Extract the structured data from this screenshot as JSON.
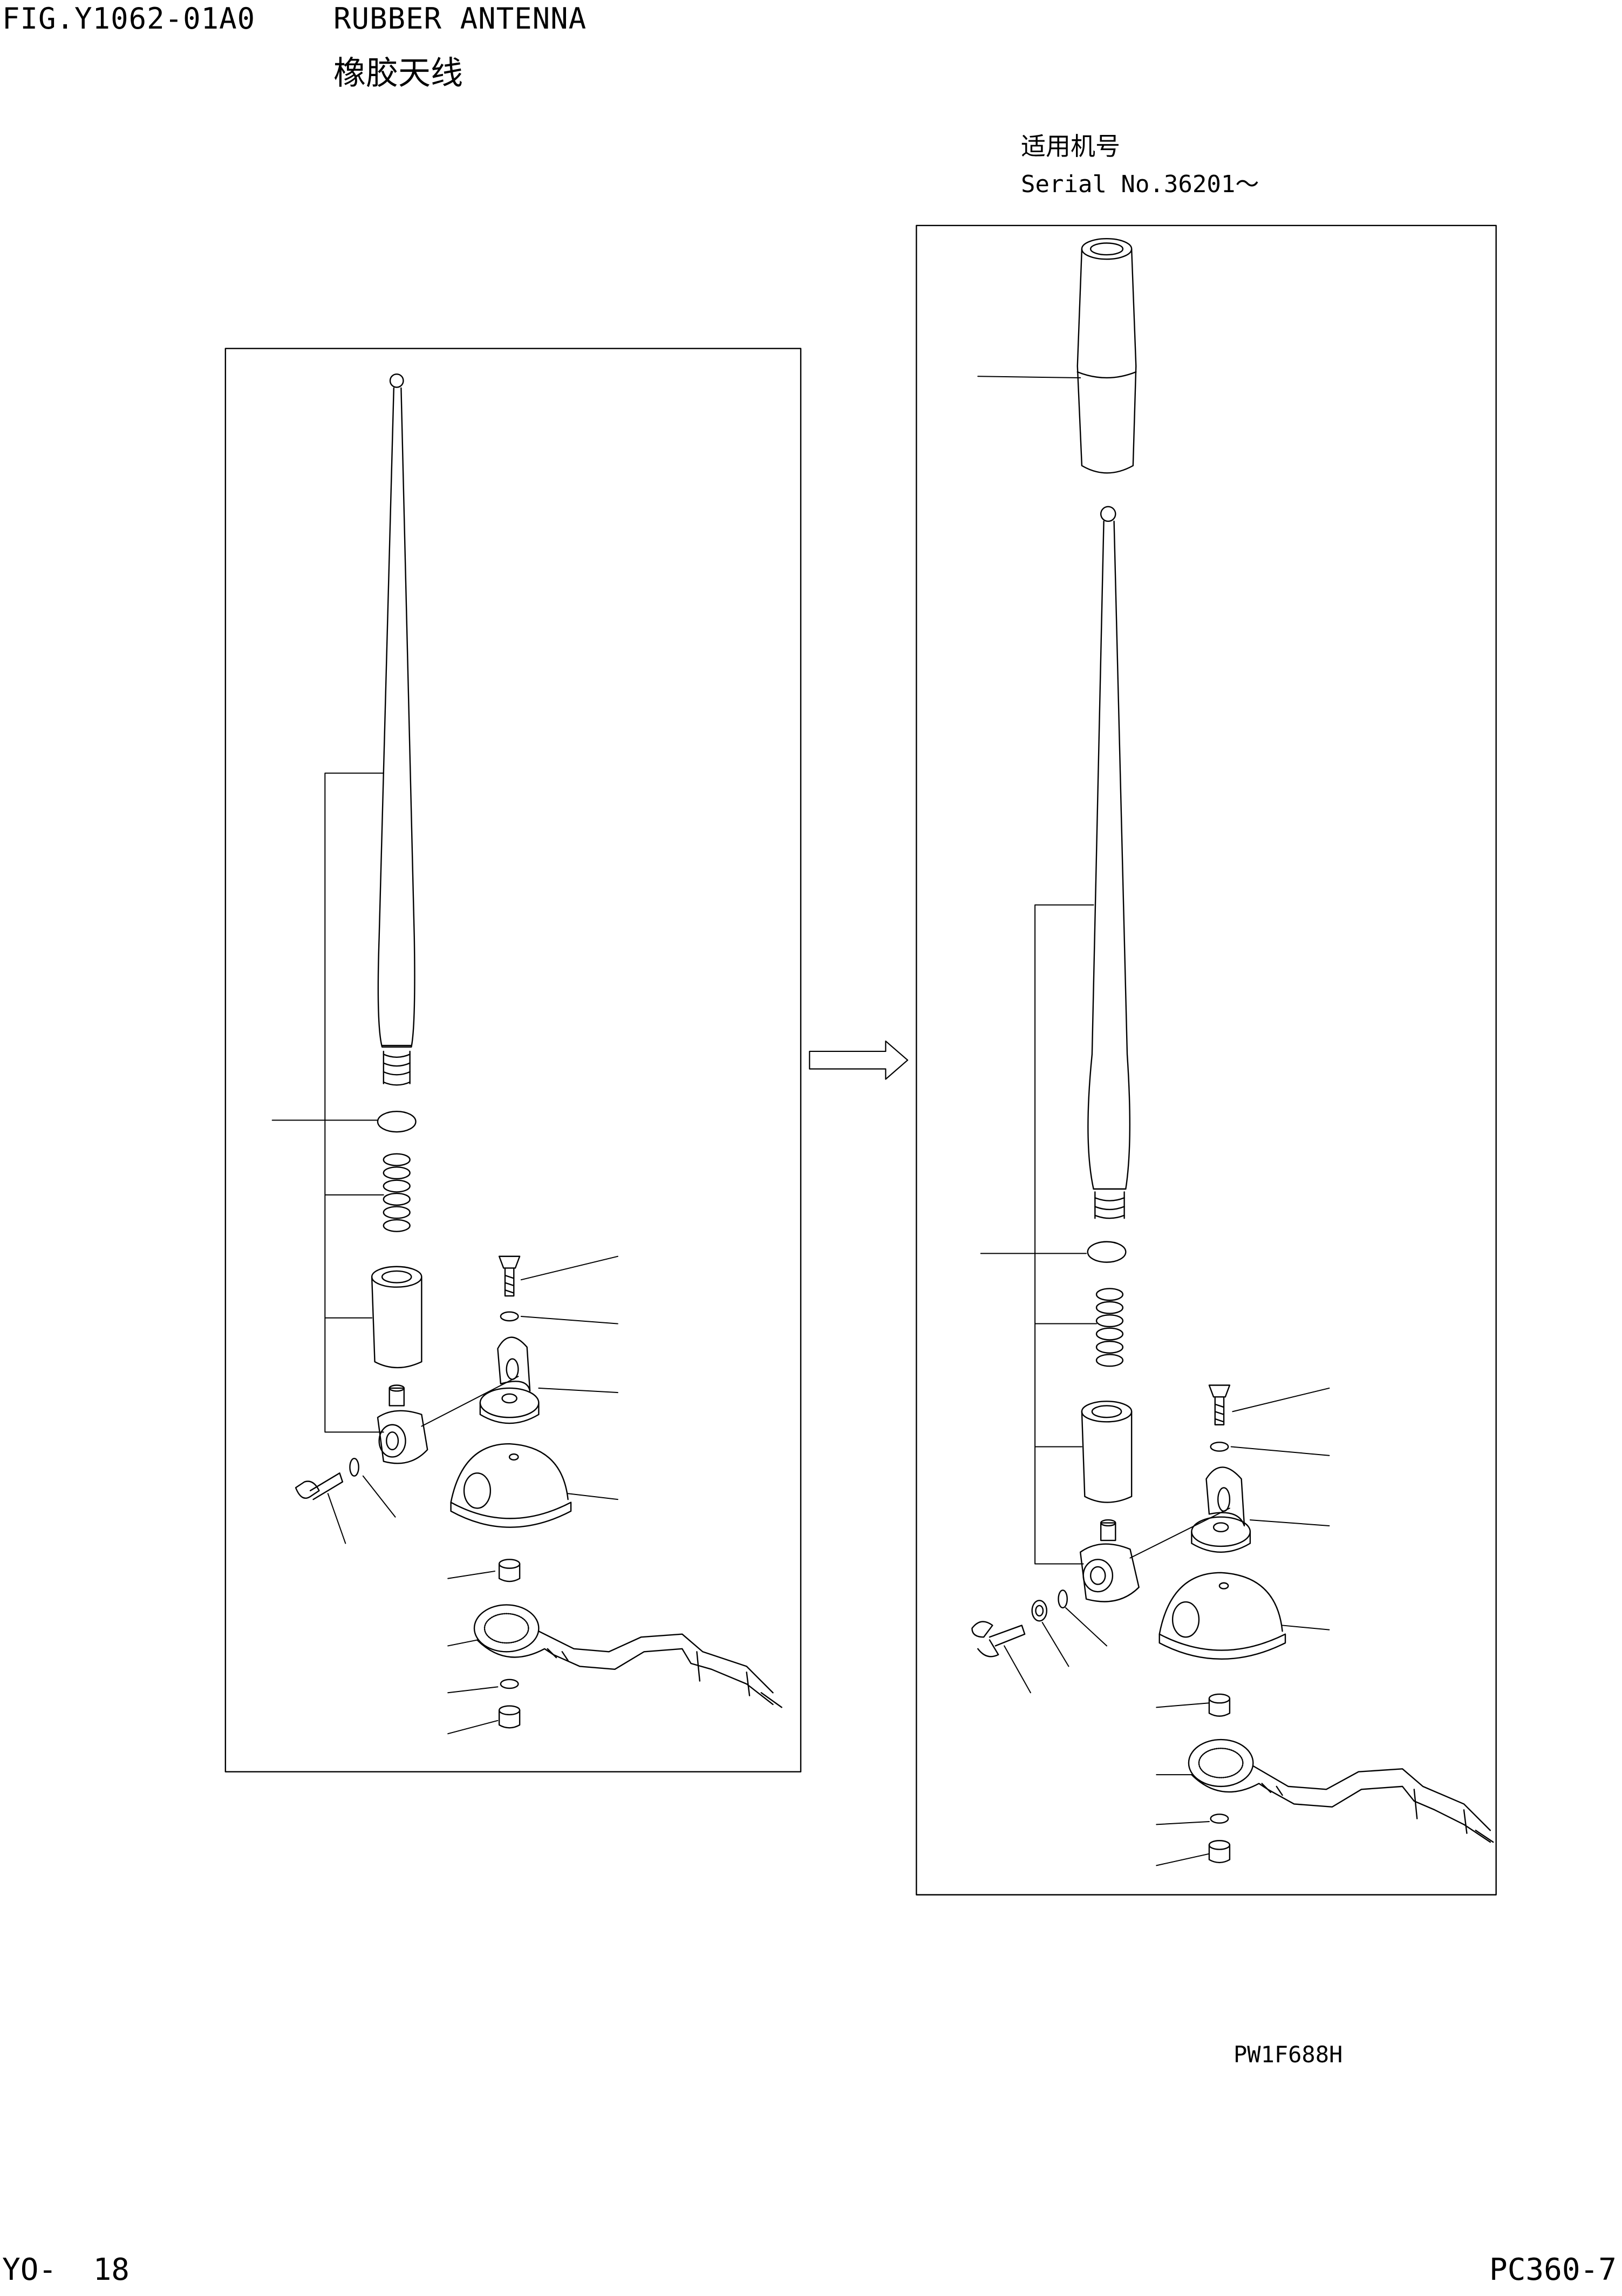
{
  "header": {
    "figure_id": "FIG.Y1062-01A0",
    "title": "RUBBER ANTENNA",
    "title_cn": "橡胶天线"
  },
  "applicability": {
    "label_cn": "适用机号",
    "serial": "Serial No.36201～"
  },
  "drawing_code": "PW1F688H",
  "footer": {
    "page": "YO-  18",
    "model": "PC360-7"
  }
}
